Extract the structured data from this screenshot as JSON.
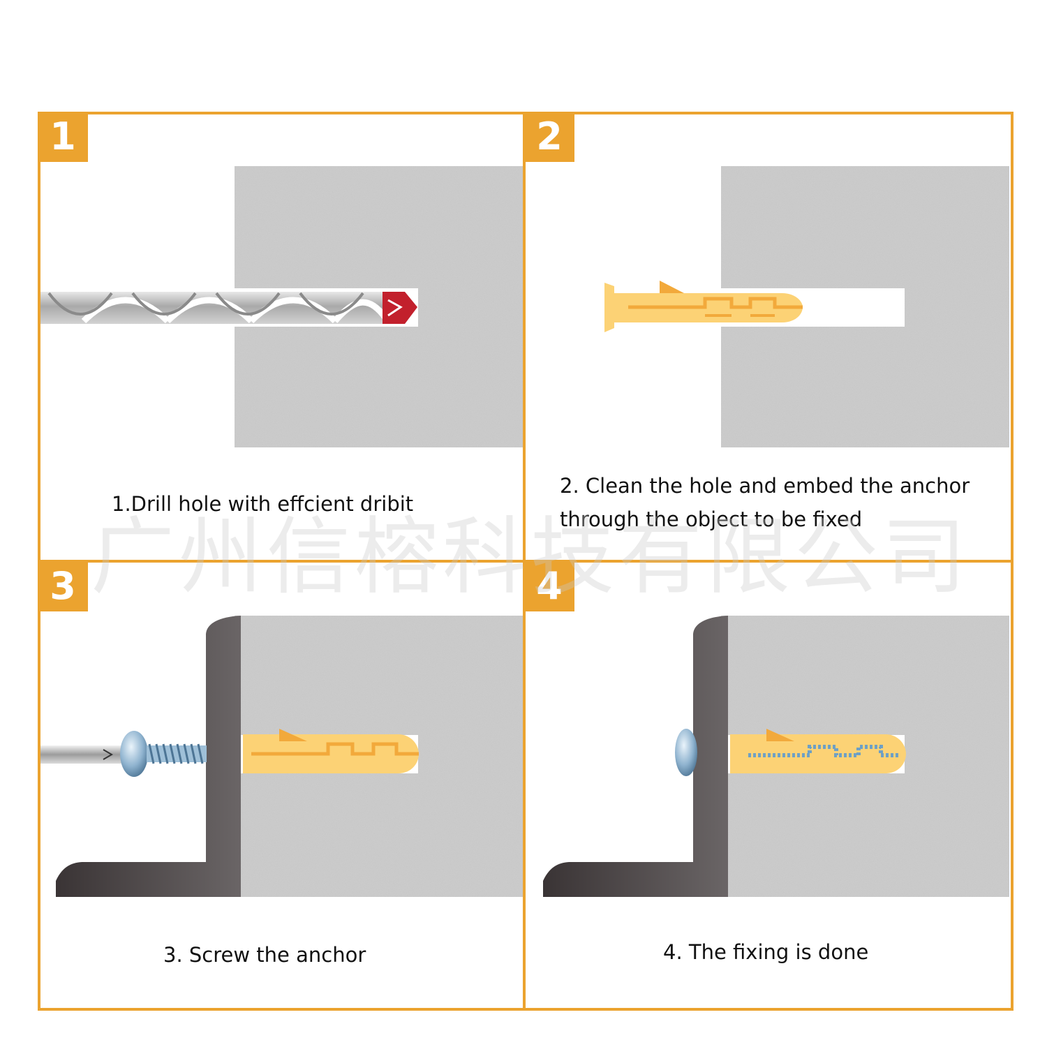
{
  "steps": [
    {
      "number": "1",
      "caption": "1.Drill hole with effcient dribit"
    },
    {
      "number": "2",
      "caption_line1": "2. Clean the hole and embed the anchor",
      "caption_line2": "through the object to be fixed"
    },
    {
      "number": "3",
      "caption": "3. Screw the anchor"
    },
    {
      "number": "4",
      "caption": "4. The fixing is done"
    }
  ],
  "watermark": "广州信榕科技有限公司",
  "colors": {
    "accent": "#eba32f",
    "wall": "#c9c9c9",
    "anchor": "#fcd275",
    "anchor_dark": "#f2a93b",
    "bracket": "#4a4344",
    "drill_tip": "#c2202c"
  }
}
